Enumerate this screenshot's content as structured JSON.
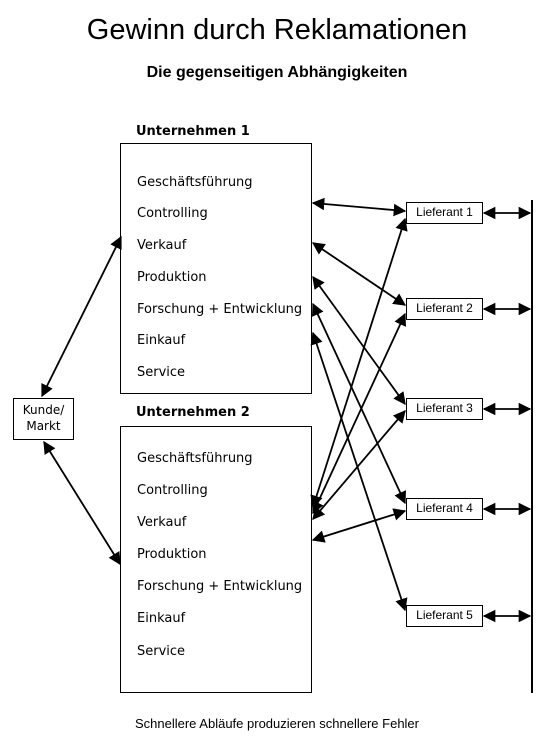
{
  "title": "Gewinn durch Reklamationen",
  "subtitle": "Die gegenseitigen Abhängigkeiten",
  "footer": "Schnellere Abläufe produzieren schnellere Fehler",
  "customer": {
    "line1": "Kunde/",
    "line2": "Markt"
  },
  "companies": [
    {
      "name": "Unternehmen 1",
      "departments": [
        "Geschäftsführung",
        "Controlling",
        "Verkauf",
        "Produktion",
        "Forschung + Entwicklung",
        "Einkauf",
        "Service"
      ]
    },
    {
      "name": "Unternehmen 2",
      "departments": [
        "Geschäftsführung",
        "Controlling",
        "Verkauf",
        "Produktion",
        "Forschung + Entwicklung",
        "Einkauf",
        "Service"
      ]
    }
  ],
  "suppliers": [
    "Lieferant 1",
    "Lieferant 2",
    "Lieferant 3",
    "Lieferant 4",
    "Lieferant 5"
  ]
}
